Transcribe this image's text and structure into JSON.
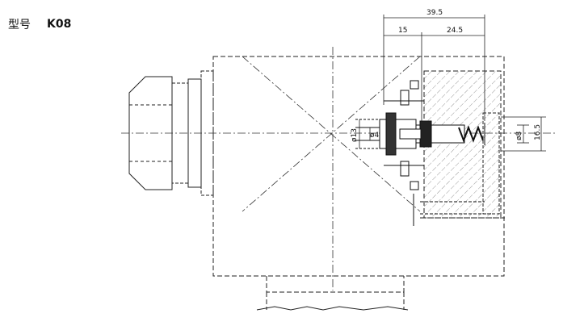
{
  "header": {
    "model_label": "型号",
    "model_code": "K08"
  },
  "dimensions": {
    "overall_width": "39.5",
    "left_segment": "15",
    "right_segment": "24.5",
    "height_right": "16.5",
    "dia_outer": "ø13",
    "dia_inner": "ø4",
    "dia_pin": "ø8"
  }
}
